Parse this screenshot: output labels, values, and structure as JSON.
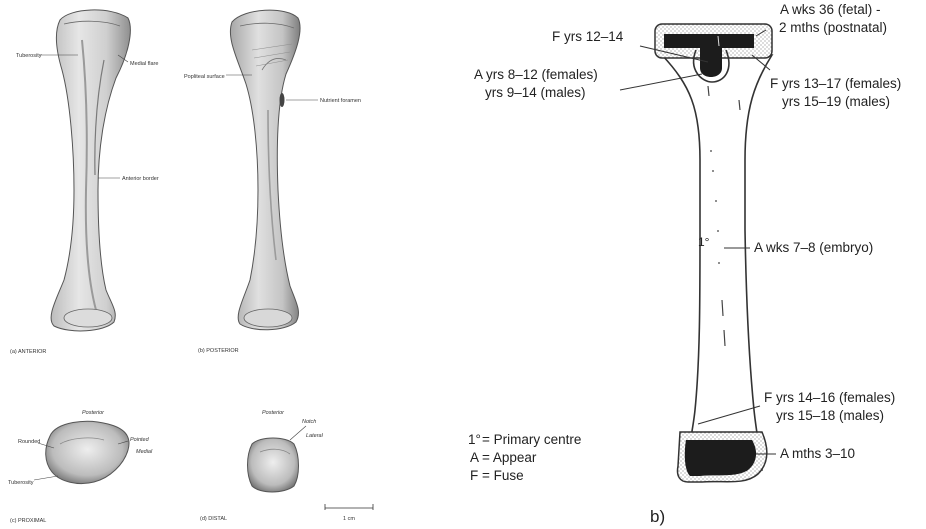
{
  "panel_a": {
    "anterior": {
      "caption": "(a) ANTERIOR",
      "labels": {
        "tuberosity": "Tuberosity",
        "medial_flare": "Medial flare",
        "anterior_border": "Anterior border"
      }
    },
    "posterior": {
      "caption": "(b) POSTERIOR",
      "labels": {
        "popliteal_surface": "Popliteal surface",
        "nutrient_foramen": "Nutrient foramen"
      }
    },
    "proximal": {
      "caption": "(c) PROXIMAL",
      "labels": {
        "posterior": "Posterior",
        "rounded": "Rounded",
        "pointed": "Pointed",
        "medial": "Medial",
        "tuberosity": "Tuberosity"
      }
    },
    "distal": {
      "caption": "(d) DISTAL",
      "labels": {
        "posterior": "Posterior",
        "notch": "Notch",
        "lateral": "Lateral"
      }
    },
    "scale_bar": "1 cm"
  },
  "panel_b": {
    "caption": "b)",
    "annotations": {
      "proximal_appear": [
        "A wks 36 (fetal) -",
        "2 mths (postnatal)"
      ],
      "proximal_fuse_top": "F yrs 12–14",
      "tuberosity_appear": [
        "A yrs 8–12 (females)",
        "yrs 9–14 (males)"
      ],
      "proximal_fuse": [
        "F yrs 13–17 (females)",
        "yrs 15–19 (males)"
      ],
      "primary_centre_mark": "1°",
      "primary_appear": "A wks 7–8 (embryo)",
      "distal_fuse": [
        "F yrs 14–16 (females)",
        "yrs 15–18 (males)"
      ],
      "distal_appear": "A mths 3–10"
    },
    "legend": [
      {
        "symbol": "1°",
        "meaning": "= Primary centre"
      },
      {
        "symbol": "A",
        "meaning": "= Appear"
      },
      {
        "symbol": "F",
        "meaning": "= Fuse"
      }
    ]
  }
}
